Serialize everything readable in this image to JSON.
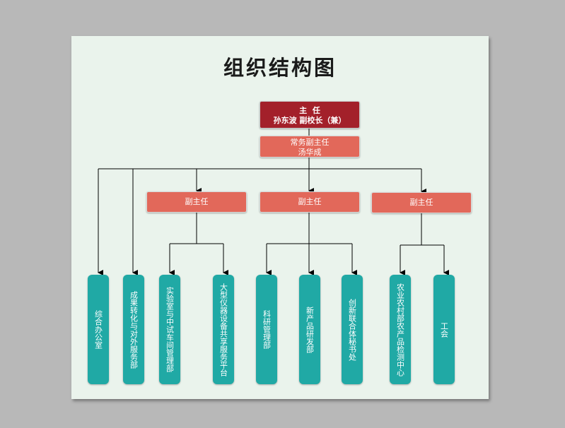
{
  "title": "组织结构图",
  "director": {
    "line1": "主  任",
    "line2": "孙东波  副校长（兼）"
  },
  "executive": {
    "line1": "常务副主任",
    "line2": "汤华成"
  },
  "vice_directors": [
    "副主任",
    "副主任",
    "副主任"
  ],
  "departments": [
    "综合办公室",
    "成果转化与对外服务部",
    "实验室与中试车间管理部",
    "大型仪器设备共享服务平台",
    "科研管理部",
    "新产品研发部",
    "创新联合体秘书处",
    "农业农村部农产品检测中心",
    "工会"
  ],
  "colors": {
    "director": "#a3202a",
    "vice": "#e2685a",
    "department": "#20a9a5",
    "background": "#eaf3ec"
  }
}
